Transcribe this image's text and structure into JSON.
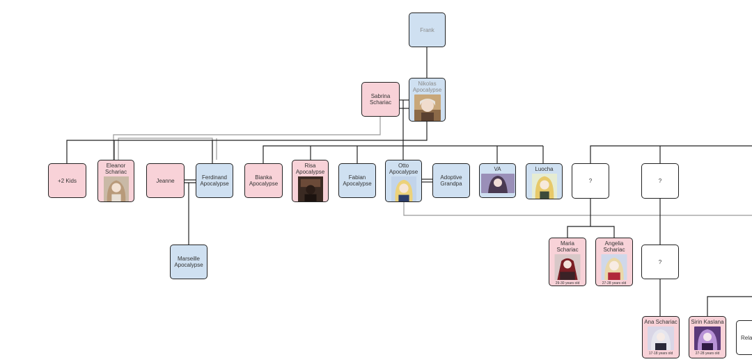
{
  "nodes": {
    "frank": {
      "name": "Frank"
    },
    "sabrina": {
      "name": "Sabrina Schariac"
    },
    "nikolas": {
      "name": "Nikolas Apocalypse"
    },
    "plus2": {
      "name": "+2 Kids"
    },
    "eleanor": {
      "name": "Eleanor Schariac"
    },
    "jeanne": {
      "name": "Jeanne"
    },
    "ferdinand": {
      "name": "Ferdinand Apocalypse"
    },
    "bianka": {
      "name": "Bianka Apocalypse"
    },
    "risa": {
      "name": "Risa Apocalypse"
    },
    "fabian": {
      "name": "Fabian Apocalypse"
    },
    "otto": {
      "name": "Otto Apocalypse"
    },
    "adoptive": {
      "name": "Adoptive Grandpa"
    },
    "va": {
      "name": "VA"
    },
    "luocha": {
      "name": "Luocha"
    },
    "q1": {
      "name": "?"
    },
    "q2": {
      "name": "?"
    },
    "marseille": {
      "name": "Marseille Apocalypse"
    },
    "maria": {
      "name": "Maria Schariac",
      "age": "29-30 years old"
    },
    "angelia": {
      "name": "Angelia Schariac",
      "age": "27-28 years old"
    },
    "q3": {
      "name": "?"
    },
    "ana": {
      "name": "Ana Schariac",
      "age": "17-18 years old"
    },
    "sirin": {
      "name": "Sirin Kaslana",
      "age": "27-28 years old"
    },
    "rela": {
      "name": "Rela"
    }
  },
  "colors": {
    "female": "#f8d2d8",
    "male": "#cfe0f1",
    "unknown": "#ffffff"
  }
}
